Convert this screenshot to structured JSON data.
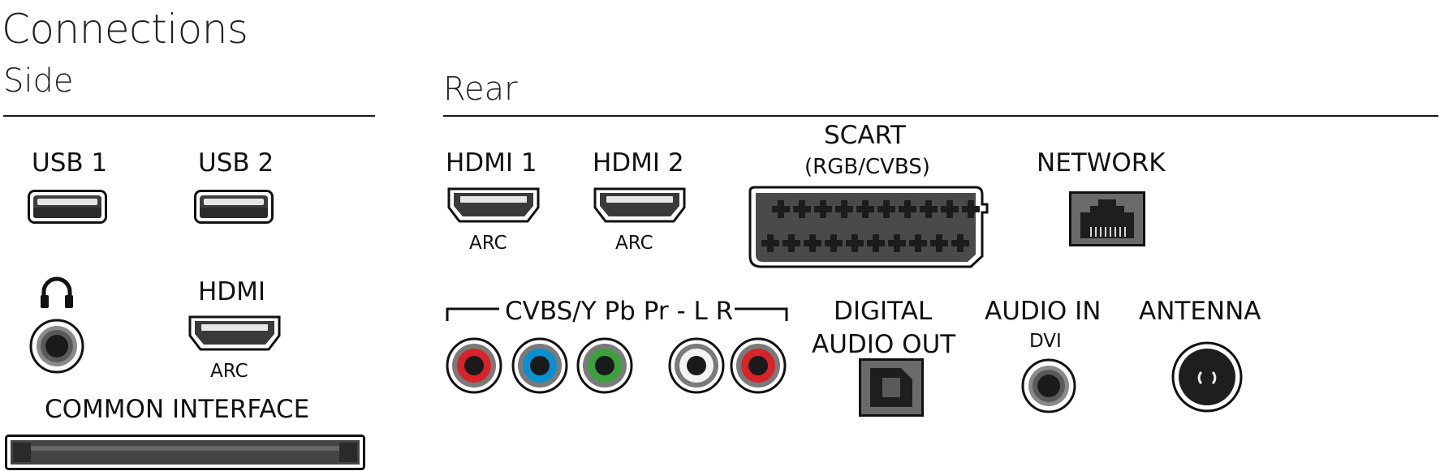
{
  "title": "Connections",
  "side": {
    "heading": "Side",
    "usb1": "USB 1",
    "usb2": "USB 2",
    "headphones_icon": "headphones-icon",
    "hdmi": "HDMI",
    "hdmi_arc": "ARC",
    "common_interface": "COMMON INTERFACE"
  },
  "rear": {
    "heading": "Rear",
    "hdmi1": "HDMI 1",
    "hdmi1_arc": "ARC",
    "hdmi2": "HDMI 2",
    "hdmi2_arc": "ARC",
    "scart": "SCART",
    "scart_sub": "(RGB/CVBS)",
    "network": "NETWORK",
    "component": "CVBS/Y Pb Pr - L R",
    "digital_audio_line1": "DIGITAL",
    "digital_audio_line2": "AUDIO OUT",
    "audio_in": "AUDIO IN",
    "audio_in_sub": "DVI",
    "antenna": "ANTENNA"
  },
  "colors": {
    "red": "#d9232a",
    "blue": "#0a8fd0",
    "green": "#3aa23c",
    "white": "#f4f4f4",
    "port_dark": "#3a3a3a",
    "port_mid": "#6b6b6b"
  }
}
